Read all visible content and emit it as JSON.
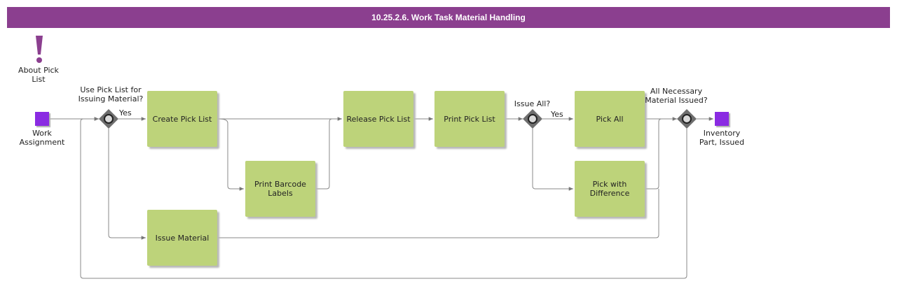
{
  "title": "10.25.2.6. Work Task Material Handling",
  "note": {
    "label_line1": "About Pick",
    "label_line2": "List"
  },
  "start_event": {
    "label_line1": "Work",
    "label_line2": "Assignment"
  },
  "end_event": {
    "label_line1": "Inventory",
    "label_line2": "Part, Issued"
  },
  "gateways": {
    "use_pick_list": {
      "question_line1": "Use Pick List for",
      "question_line2": "Issuing Material?",
      "yes": "Yes"
    },
    "issue_all": {
      "question": "Issue All?",
      "yes": "Yes"
    },
    "all_issued": {
      "question_line1": "All Necessary",
      "question_line2": "Material Issued?"
    }
  },
  "tasks": {
    "create_pick_list": "Create Pick List",
    "print_barcode_line1": "Print Barcode",
    "print_barcode_line2": "Labels",
    "release_pick_list": "Release Pick List",
    "print_pick_list": "Print Pick List",
    "pick_all": "Pick All",
    "pick_diff_line1": "Pick with",
    "pick_diff_line2": "Difference",
    "issue_material": "Issue Material"
  },
  "colors": {
    "header": "#8b3f8f",
    "task_fill": "#bdd37a",
    "event_fill": "#8a2be2",
    "gateway_fill": "#6e6e6e",
    "connector": "#888888"
  }
}
